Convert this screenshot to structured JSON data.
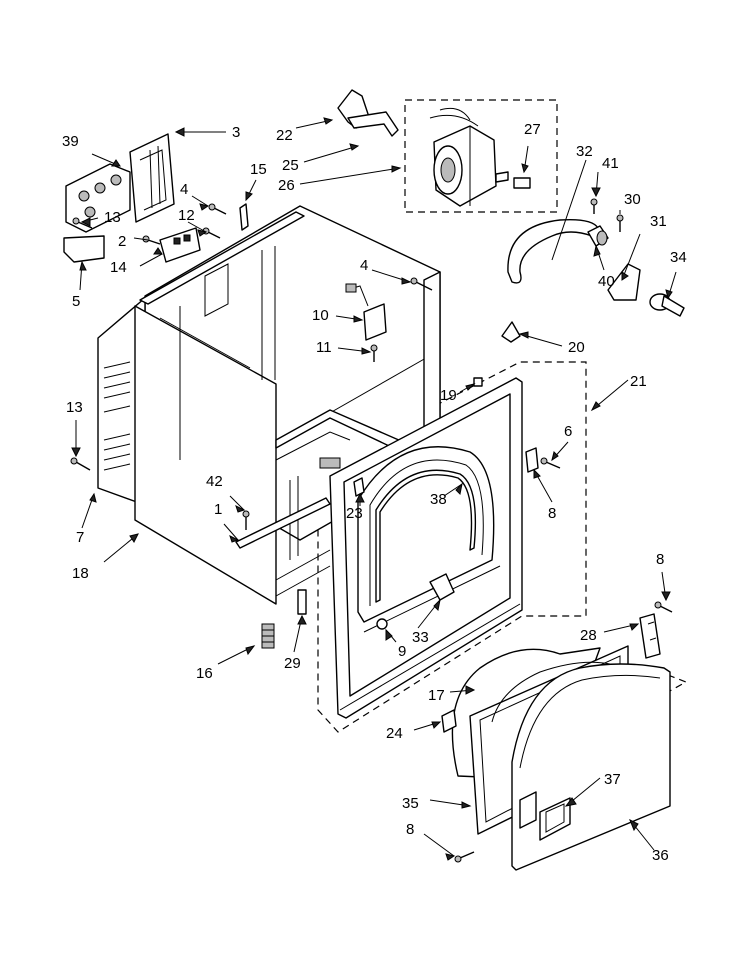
{
  "callouts": [
    {
      "id": "c3",
      "label": "3"
    },
    {
      "id": "c39",
      "label": "39"
    },
    {
      "id": "c22",
      "label": "22"
    },
    {
      "id": "c25",
      "label": "25"
    },
    {
      "id": "c26",
      "label": "26"
    },
    {
      "id": "c27",
      "label": "27"
    },
    {
      "id": "c32",
      "label": "32"
    },
    {
      "id": "c41",
      "label": "41"
    },
    {
      "id": "c30",
      "label": "30"
    },
    {
      "id": "c31",
      "label": "31"
    },
    {
      "id": "c34",
      "label": "34"
    },
    {
      "id": "c40",
      "label": "40"
    },
    {
      "id": "c15",
      "label": "15"
    },
    {
      "id": "c4a",
      "label": "4"
    },
    {
      "id": "c12",
      "label": "12"
    },
    {
      "id": "c13a",
      "label": "13"
    },
    {
      "id": "c2",
      "label": "2"
    },
    {
      "id": "c14",
      "label": "14"
    },
    {
      "id": "c5",
      "label": "5"
    },
    {
      "id": "c4b",
      "label": "4"
    },
    {
      "id": "c10",
      "label": "10"
    },
    {
      "id": "c11",
      "label": "11"
    },
    {
      "id": "c20",
      "label": "20"
    },
    {
      "id": "c21",
      "label": "21"
    },
    {
      "id": "c19",
      "label": "19"
    },
    {
      "id": "c6",
      "label": "6"
    },
    {
      "id": "c8a",
      "label": "8"
    },
    {
      "id": "c13b",
      "label": "13"
    },
    {
      "id": "c7",
      "label": "7"
    },
    {
      "id": "c18",
      "label": "18"
    },
    {
      "id": "c42",
      "label": "42"
    },
    {
      "id": "c1",
      "label": "1"
    },
    {
      "id": "c23",
      "label": "23"
    },
    {
      "id": "c38",
      "label": "38"
    },
    {
      "id": "c16",
      "label": "16"
    },
    {
      "id": "c29",
      "label": "29"
    },
    {
      "id": "c33",
      "label": "33"
    },
    {
      "id": "c9",
      "label": "9"
    },
    {
      "id": "c8b",
      "label": "8"
    },
    {
      "id": "c28",
      "label": "28"
    },
    {
      "id": "c17",
      "label": "17"
    },
    {
      "id": "c24",
      "label": "24"
    },
    {
      "id": "c37",
      "label": "37"
    },
    {
      "id": "c35",
      "label": "35"
    },
    {
      "id": "c8c",
      "label": "8"
    },
    {
      "id": "c36",
      "label": "36"
    }
  ]
}
